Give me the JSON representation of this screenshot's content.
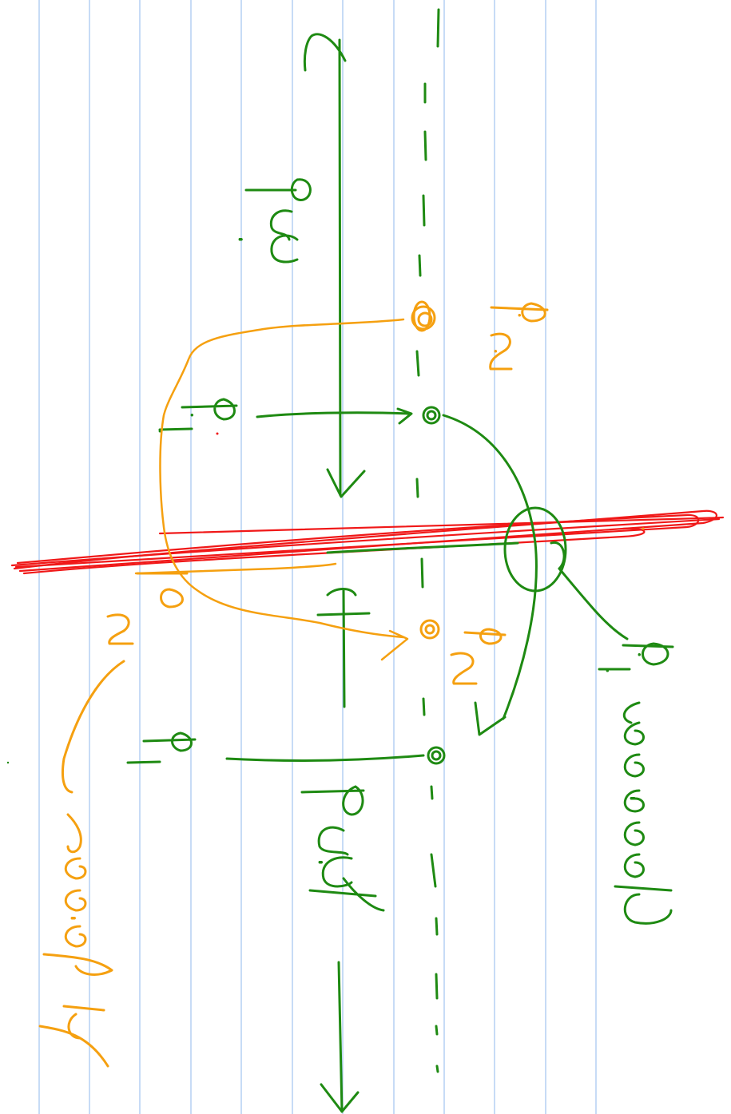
{
  "page": {
    "background": "#ffffff",
    "rule_color": "#a9c8f2"
  },
  "colors": {
    "green": "#1e8a12",
    "orange": "#f5a010",
    "red": "#f01818"
  },
  "labels": {
    "base": "base",
    "peak": "peak",
    "p": "p",
    "p_sub": "1",
    "p_prime": "p",
    "p_prime_sub": "2",
    "p_reached": "p",
    "p_reached_sub": "1",
    "reached": "reached",
    "bypass": "bypass"
  }
}
